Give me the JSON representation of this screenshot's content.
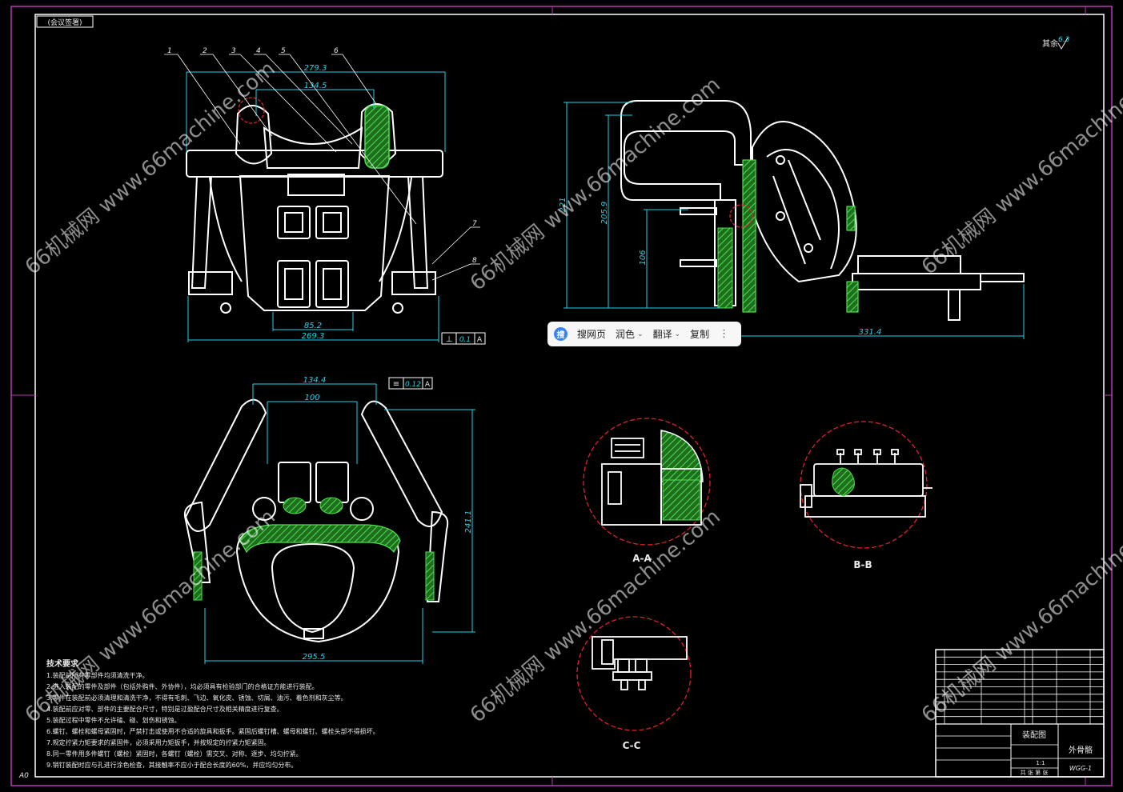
{
  "sheet": {
    "top_left_label": "(会议签署)",
    "bottom_left_label": "A0",
    "roughness_label": "其余",
    "roughness_value": "6.3"
  },
  "balloons": [
    "1",
    "2",
    "3",
    "4",
    "5",
    "6",
    "7",
    "8"
  ],
  "dimensions": {
    "front_top_outer": "279.3",
    "front_top_inner": "134.5",
    "front_bottom_inner": "85.2",
    "front_bottom_outer": "269.3",
    "side_height_total": "221",
    "side_height_mid": "205.9",
    "side_height_low": "106",
    "side_width": "331.4",
    "top_outer": "134.4",
    "top_inner": "100",
    "top_height": "241.1",
    "top_bottom_width": "295.5"
  },
  "tolerances": {
    "front": {
      "symbol": "⊥",
      "value": "0.1",
      "datum": "A"
    },
    "top": {
      "symbol": "≡",
      "value": "0.12",
      "datum": "A"
    }
  },
  "section_labels": [
    "A-A",
    "B-B",
    "C-C"
  ],
  "tech_requirements": {
    "title": "技术要求",
    "lines": [
      "1.装配前所有零部件均须清洗干净。",
      "2.进入装配的零件及部件（包括外购件、外协件），均必须具有检验部门的合格证方能进行装配。",
      "3.零件在装配前必须清理和清洗干净，不得有毛刺、飞边、氧化皮、锈蚀、切屑、油污、着色剂和灰尘等。",
      "4.装配前应对零、部件的主要配合尺寸，特别是过盈配合尺寸及相关精度进行复查。",
      "5.装配过程中零件不允许磕、碰、划伤和锈蚀。",
      "6.螺钉、螺栓和螺母紧固时，严禁打击或使用不合适的旋具和扳手。紧固后螺钉槽、螺母和螺钉、螺栓头部不得损坏。",
      "7.规定拧紧力矩要求的紧固件，必须采用力矩扳手，并按规定的拧紧力矩紧固。",
      "8.同一零件用多件螺钉（螺栓）紧固时，各螺钉（螺栓）需交叉、对称、逐步、均匀拧紧。",
      "9.销钉装配时应与孔进行涂色检查，其接触率不应小于配合长度的60%，并应均匀分布。"
    ]
  },
  "title_block": {
    "drawing_type": "装配图",
    "part_name": "外骨骼",
    "drawing_no": "WGG-1",
    "scale": "1:1",
    "sheet_info": "共 张 第 张",
    "bom_rows": 9
  },
  "toolbar": {
    "logo": "搜",
    "search_label": "搜网页",
    "polish_label": "润色",
    "translate_label": "翻译",
    "copy_label": "复制",
    "more_label": "⋮"
  },
  "watermark": {
    "text": "66机械网 www.66machine.com"
  },
  "colors": {
    "background": "#000000",
    "line": "#ffffff",
    "dimension": "#22d3e6",
    "hatch": "#3cc83c",
    "section_circle": "#e0202a",
    "border": "#b43cb4"
  }
}
